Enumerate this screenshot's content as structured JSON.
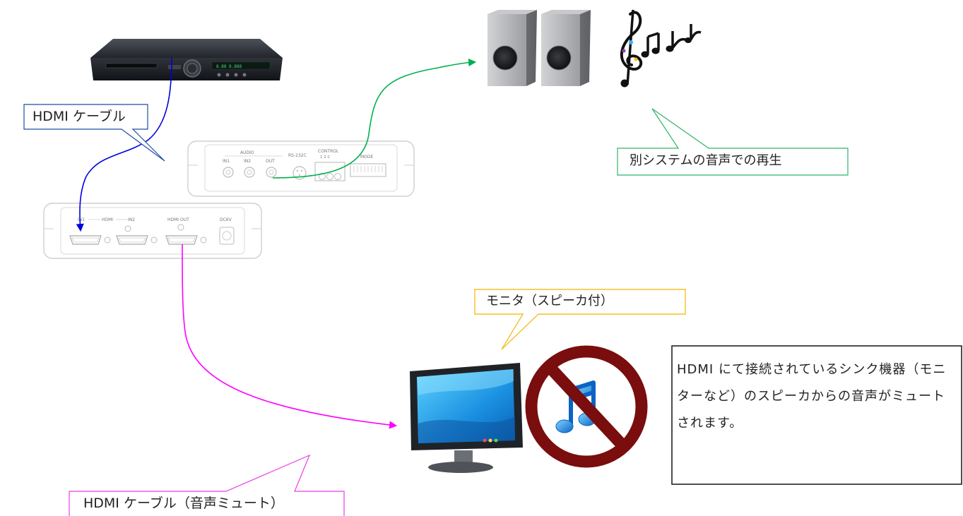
{
  "callouts": {
    "hdmi_cable": "HDMI ケーブル",
    "hdmi_cable_mute": "HDMI ケーブル（音声ミュート）",
    "other_system": "別システムの音声での再生",
    "monitor": "モニタ（スピーカ付）"
  },
  "note": "HDMI にて接続されているシンク機器（モニターなど）のスピーカからの音声がミュートされます。",
  "rear_panel": {
    "audio": "AUDIO",
    "in1": "IN1",
    "in2": "IN2",
    "out": "OUT",
    "rs232c": "RS-232C",
    "control": "CONTROL",
    "control_pins": "1  2  C",
    "mode": "MODE"
  },
  "front_panel": {
    "in1": "IN1",
    "hdmi": "HDMI",
    "in2": "IN2",
    "hdmi_out": "HDMI OUT",
    "dc6v": "DC6V"
  },
  "player_display": "8.88   8.888",
  "colors": {
    "blue_cable": "#0000dd",
    "green_cable": "#00b050",
    "magenta_cable": "#ff00ff",
    "blue_callout": "#1f4ea8",
    "green_callout": "#2fb36b",
    "magenta_callout": "#e83ee8",
    "yellow_callout": "#f2b400",
    "prohibit_red": "#7a0d0d"
  },
  "icons": [
    "blu-ray-player-icon",
    "speaker-icon",
    "music-notes-icon",
    "monitor-icon",
    "prohibited-audio-icon",
    "music-note-icon"
  ]
}
